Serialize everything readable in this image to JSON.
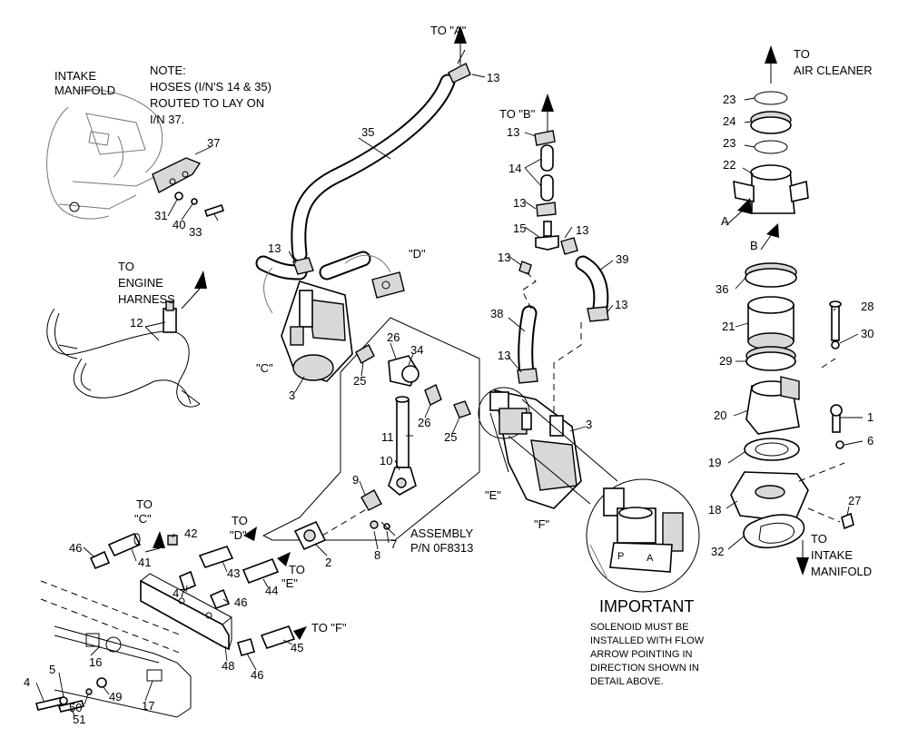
{
  "notes": {
    "intake_manifold": [
      "INTAKE",
      "MANIFOLD"
    ],
    "note": [
      "NOTE:",
      "HOSES (I/N'S 14 & 35)",
      "ROUTED TO LAY ON",
      "I/N 37."
    ],
    "to_a": "TO \"A\"",
    "to_b": "TO \"B\"",
    "to_air_cleaner": [
      "TO",
      "AIR CLEANER"
    ],
    "to_engine_harness": [
      "TO",
      "ENGINE",
      "HARNESS"
    ],
    "to_c": [
      "TO",
      "\"C\""
    ],
    "to_d_lower": [
      "TO",
      "\"D\""
    ],
    "to_e": [
      "TO",
      "\"E\""
    ],
    "to_f": "TO \"F\"",
    "to_intake_manifold": [
      "TO",
      "INTAKE",
      "MANIFOLD"
    ],
    "assembly": [
      "ASSEMBLY",
      "P/N 0F8313"
    ]
  },
  "ref_letters": {
    "a": "A",
    "b": "B",
    "c": "\"C\"",
    "d": "\"D\"",
    "e": "\"E\"",
    "f": "\"F\""
  },
  "important": {
    "title": "IMPORTANT",
    "lines": [
      "SOLENOID MUST BE",
      "INSTALLED WITH FLOW",
      "ARROW POINTING IN",
      "DIRECTION SHOWN IN",
      "DETAIL ABOVE."
    ]
  },
  "detail": {
    "plate_label": "P",
    "plate_arrow": "A"
  },
  "callouts": {
    "c13a": "13",
    "c35": "35",
    "c37": "37",
    "c31": "31",
    "c40": "40",
    "c33": "33",
    "c13b": "13",
    "c14": "14",
    "c13c": "13",
    "c15": "15",
    "c13d": "13",
    "c13e": "13",
    "c39": "39",
    "c13f": "13",
    "c38": "38",
    "c13g": "13",
    "c13h": "13",
    "c12": "12",
    "c3a": "3",
    "c26a": "26",
    "c34": "34",
    "c25a": "25",
    "c11": "11",
    "c26b": "26",
    "c25b": "25",
    "c10": "10",
    "c9": "9",
    "c2": "2",
    "c8": "8",
    "c7": "7",
    "c3b": "3",
    "c23a": "23",
    "c24": "24",
    "c23b": "23",
    "c22": "22",
    "c36": "36",
    "c28": "28",
    "c21": "21",
    "c30": "30",
    "c29": "29",
    "c20": "20",
    "c1": "1",
    "c6": "6",
    "c19": "19",
    "c18": "18",
    "c27": "27",
    "c32": "32",
    "c42": "42",
    "c46a": "46",
    "c41": "41",
    "c43": "43",
    "c47": "47",
    "c46b": "46",
    "c44": "44",
    "c16": "16",
    "c45": "45",
    "c48": "48",
    "c46c": "46",
    "c4": "4",
    "c5": "5",
    "c50": "50",
    "c49": "49",
    "c51": "51",
    "c17": "17"
  }
}
